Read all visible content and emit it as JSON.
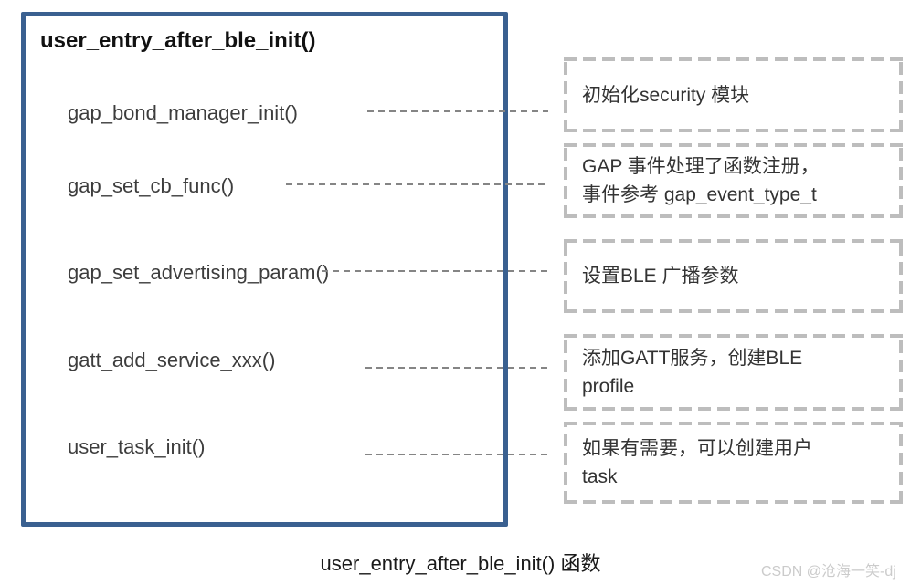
{
  "main_box": {
    "title": "user_entry_after_ble_init()",
    "functions": [
      {
        "label": "gap_bond_manager_init()"
      },
      {
        "label": "gap_set_cb_func()"
      },
      {
        "label": "gap_set_advertising_param()"
      },
      {
        "label": "gatt_add_service_xxx()"
      },
      {
        "label": "user_task_init()"
      }
    ]
  },
  "annotations": [
    {
      "lines": [
        "初始化security 模块"
      ]
    },
    {
      "lines": [
        "GAP 事件处理了函数注册，",
        "事件参考 gap_event_type_t"
      ]
    },
    {
      "lines": [
        "设置BLE 广播参数"
      ]
    },
    {
      "lines": [
        "添加GATT服务，创建BLE",
        "profile"
      ]
    },
    {
      "lines": [
        "如果有需要，可以创建用户",
        "task"
      ]
    }
  ],
  "caption": "user_entry_after_ble_init()  函数",
  "watermark": "CSDN @沧海一笑-dj",
  "colors": {
    "main_border": "#3a6090",
    "connector": "#858585",
    "annotation_border": "#bdbdbd",
    "function_text": "#3d3d3d",
    "watermark": "#cbcbcb"
  }
}
